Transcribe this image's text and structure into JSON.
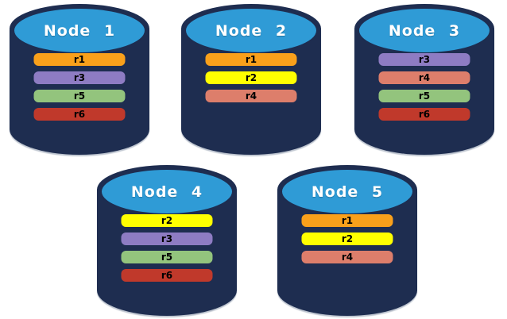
{
  "diagram": {
    "description": "Five database nodes holding distributed replicas",
    "nodes": [
      {
        "label": "Node 1",
        "replicas": [
          "r1",
          "r3",
          "r5",
          "r6"
        ]
      },
      {
        "label": "Node 2",
        "replicas": [
          "r1",
          "r2",
          "r4"
        ]
      },
      {
        "label": "Node 3",
        "replicas": [
          "r3",
          "r4",
          "r5",
          "r6"
        ]
      },
      {
        "label": "Node 4",
        "replicas": [
          "r2",
          "r3",
          "r5",
          "r6"
        ]
      },
      {
        "label": "Node 5",
        "replicas": [
          "r1",
          "r2",
          "r4"
        ]
      }
    ]
  },
  "palette": {
    "r1": "#F9A01B",
    "r2": "#FFFF00",
    "r3": "#8E7CC3",
    "r4": "#DD7E6B",
    "r5": "#93C47D",
    "r6": "#C0392B"
  },
  "colors": {
    "cylinder_body": "#1E2D50",
    "cylinder_top": "#2F9BD6",
    "title_text": "#FFFFFF",
    "replica_text": "#000000",
    "background": "#FFFFFF"
  }
}
